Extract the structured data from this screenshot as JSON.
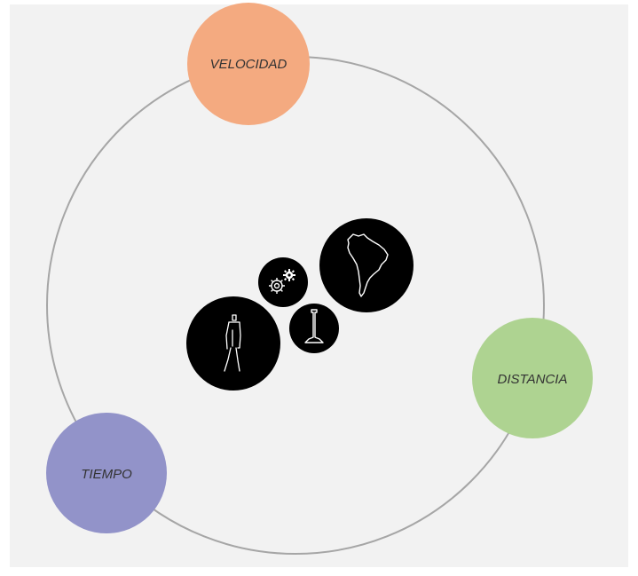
{
  "diagram": {
    "nodes": [
      {
        "key": "velocidad",
        "label": "VELOCIDAD",
        "color": "#f4aa80"
      },
      {
        "key": "distancia",
        "label": "DISTANCIA",
        "color": "#aed391"
      },
      {
        "key": "tiempo",
        "label": "TIEMPO",
        "color": "#9293c9"
      }
    ],
    "orbit_color": "#a6a6a6",
    "background_color": "#f2f2f2",
    "center_icons": [
      {
        "name": "gears-icon",
        "color": "#000000"
      },
      {
        "name": "south-america-map-icon",
        "color": "#000000"
      },
      {
        "name": "pendulum-icon",
        "color": "#000000"
      },
      {
        "name": "human-figure-icon",
        "color": "#000000"
      }
    ]
  }
}
